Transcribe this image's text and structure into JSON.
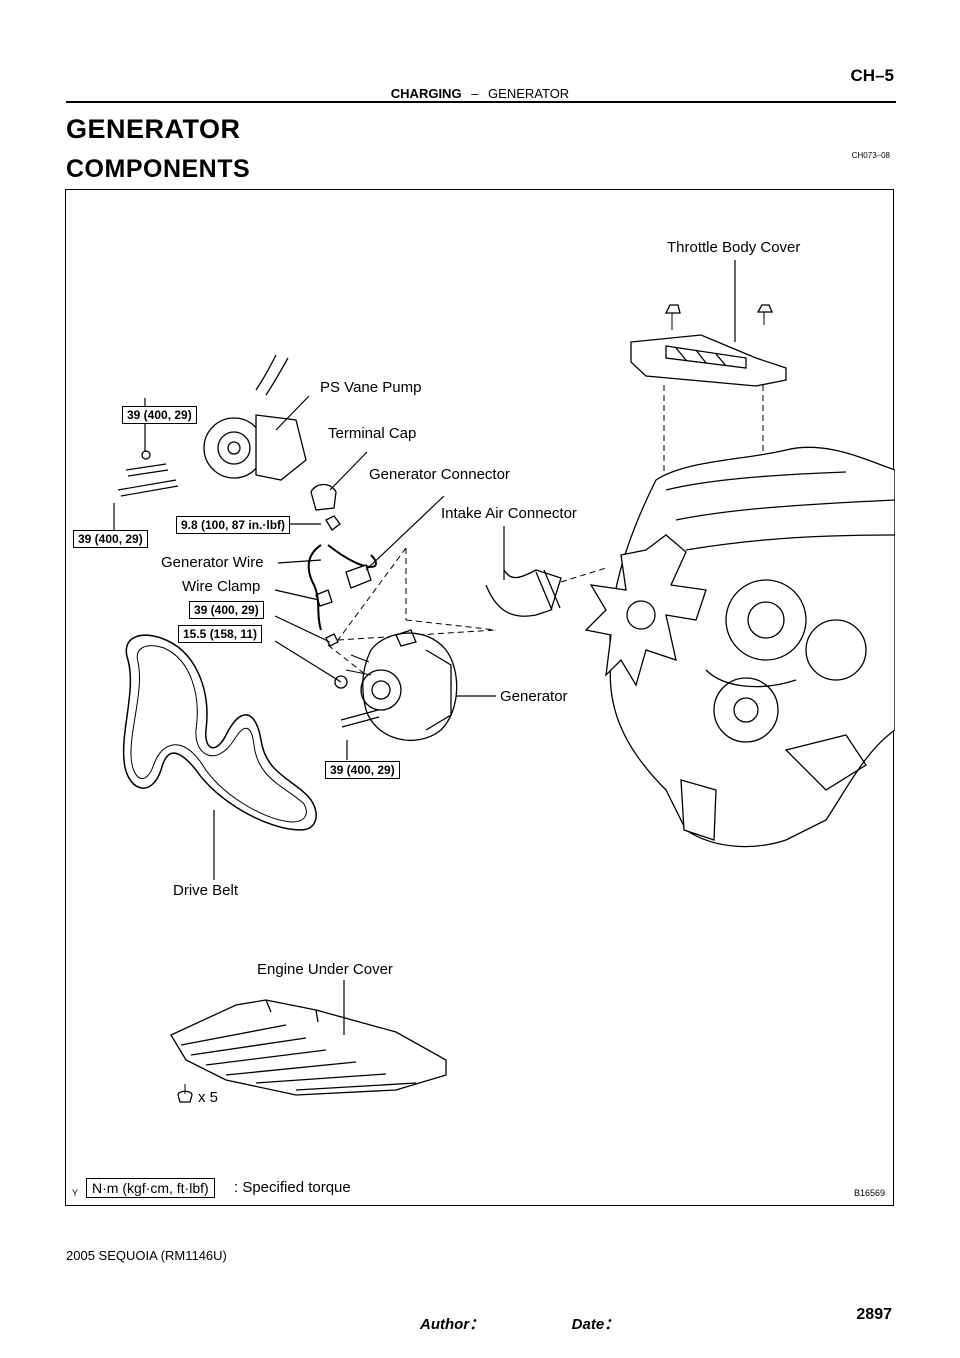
{
  "header": {
    "section": "CHARGING",
    "separator": "–",
    "subsection": "GENERATOR",
    "page_code": "CH–5"
  },
  "title": "GENERATOR",
  "subtitle": "COMPONENTS",
  "doc_code": "CH073–08",
  "figure": {
    "labels": {
      "throttle_body_cover": "Throttle Body Cover",
      "ps_vane_pump": "PS Vane Pump",
      "terminal_cap": "Terminal Cap",
      "generator_connector": "Generator Connector",
      "intake_air_connector": "Intake Air Connector",
      "generator_wire": "Generator Wire",
      "wire_clamp": "Wire Clamp",
      "generator": "Generator",
      "drive_belt": "Drive Belt",
      "engine_under_cover": "Engine Under Cover",
      "bolt_count": "x 5"
    },
    "torques": {
      "ps_pump_top": "39 (400, 29)",
      "ps_pump_bolt": "39 (400, 29)",
      "terminal_nut": "9.8 (100, 87 in.·lbf)",
      "wire_clamp_bolt": "39 (400, 29)",
      "generator_upper": "15.5 (158, 11)",
      "generator_lower": "39 (400, 29)"
    },
    "legend": {
      "unit": "N·m (kgf·cm, ft·lbf)",
      "text": ": Specified torque",
      "left_mark": "Y",
      "figure_code": "B16569"
    }
  },
  "footer": {
    "model": "2005 SEQUOIA   (RM1146U)",
    "author_date": "Author：                     Date：",
    "page_number": "2897"
  }
}
